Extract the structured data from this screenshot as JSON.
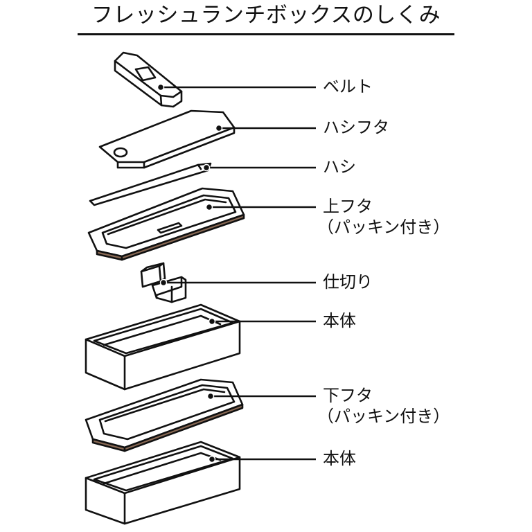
{
  "title": "フレッシュランチボックスのしくみ",
  "parts": [
    {
      "id": "belt",
      "name": "ベルト"
    },
    {
      "id": "chopstick-lid",
      "name": "ハシフタ"
    },
    {
      "id": "chopsticks",
      "name": "ハシ"
    },
    {
      "id": "upper-lid",
      "name": "上フタ",
      "note": "（パッキン付き）"
    },
    {
      "id": "divider",
      "name": "仕切り"
    },
    {
      "id": "body-upper",
      "name": "本体"
    },
    {
      "id": "lower-lid",
      "name": "下フタ",
      "note": "（パッキン付き）"
    },
    {
      "id": "body-lower",
      "name": "本体"
    }
  ]
}
